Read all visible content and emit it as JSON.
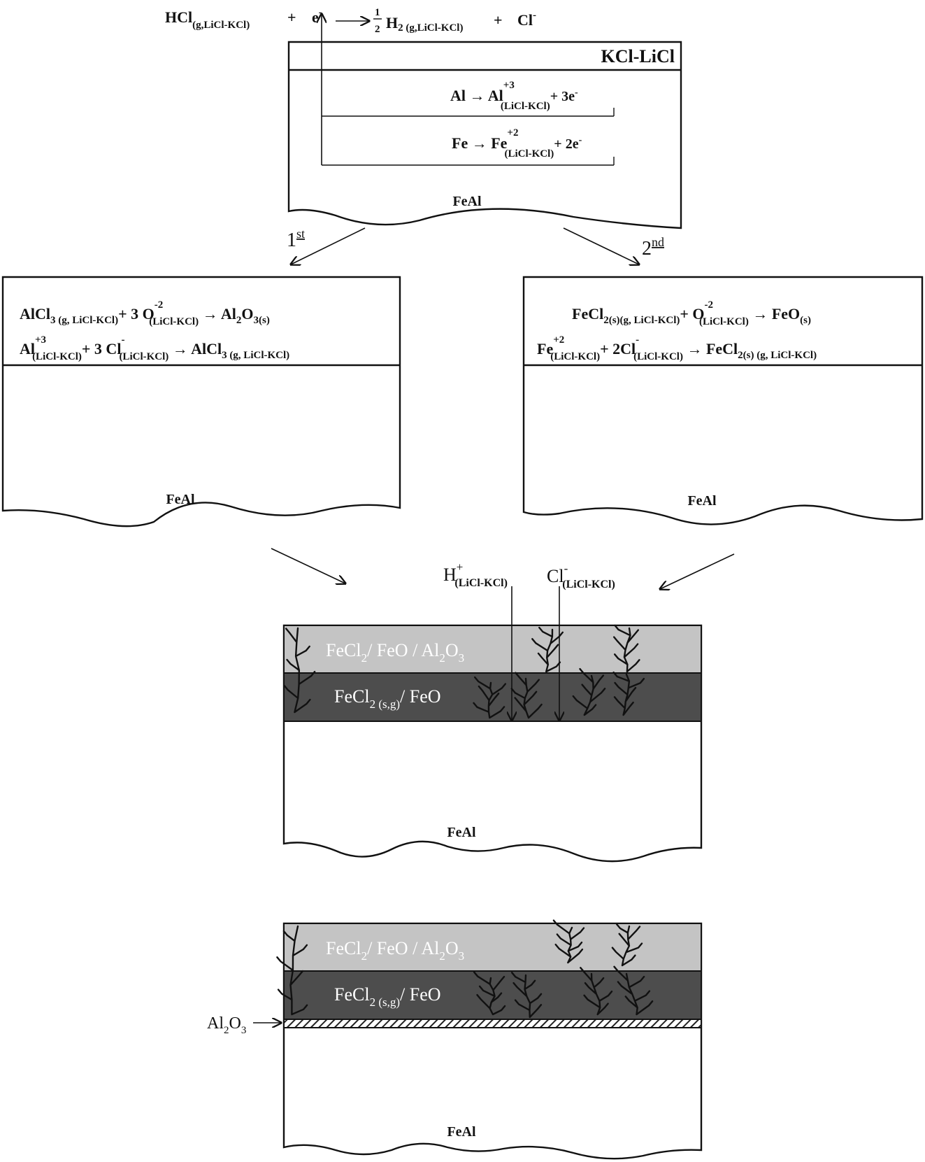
{
  "top_equation": {
    "hcl": "HCl",
    "hcl_sub": "(g,LiCl-KCl)",
    "plus1": "+",
    "electron": "e",
    "electron_sup": "-",
    "half_num": "1",
    "half_den": "2",
    "h2": "H",
    "h2_sub": "2 (g,LiCl-KCl)",
    "plus2": "+",
    "cl": "Cl",
    "cl_sup": "-"
  },
  "panel_top": {
    "salt_label": "KCl-LiCl",
    "eq_al": {
      "lhs": "Al",
      "prod": "Al",
      "sup": "+3",
      "sub": "(LiCl-KCl)",
      "tail": "+ 3e",
      "tail_sup": "-"
    },
    "eq_fe": {
      "lhs": "Fe",
      "prod": "Fe",
      "sup": "+2",
      "sub": "(LiCl-KCl)",
      "tail": "+ 2e",
      "tail_sup": "-"
    },
    "substrate": "FeAl"
  },
  "steps": {
    "first": "1",
    "first_sup": "st",
    "second": "2",
    "second_sup": "nd"
  },
  "panel_left": {
    "eq1": {
      "a": "AlCl",
      "a_sub": "3 (g, LiCl-KCl)",
      "b": "+ 3 O",
      "b_sup": "-2",
      "b_sub": "(LiCl-KCl)",
      "c": "Al",
      "c_sub1": "2",
      "c2": "O",
      "c_sub2": "3(s)"
    },
    "eq2": {
      "a": "Al",
      "a_sup": "+3",
      "a_sub": "(LiCl-KCl)",
      "b": "+ 3 Cl",
      "b_sup": "-",
      "b_sub": "(LiCl-KCl)",
      "c": "AlCl",
      "c_sub": "3 (g, LiCl-KCl)"
    },
    "substrate": "FeAl"
  },
  "panel_right": {
    "eq1": {
      "a": "FeCl",
      "a_sub": "2(s)(g, LiCl-KCl)",
      "b": "+ O",
      "b_sup": "-2",
      "b_sub": "(LiCl-KCl)",
      "c": "FeO",
      "c_sub": "(s)"
    },
    "eq2": {
      "a": "Fe",
      "a_sup": "+2",
      "a_sub": "(LiCl-KCl)",
      "b": "+ 2Cl",
      "b_sup": "-",
      "b_sub": "(LiCl-KCl)",
      "c": "FeCl",
      "c_sub": "2(s) (g, LiCl-KCl)"
    },
    "substrate": "FeAl"
  },
  "ions": {
    "h": "H",
    "h_sup": "+",
    "h_sub": "(LiCl-KCl)",
    "cl": "Cl",
    "cl_sup": "-",
    "cl_sub": "(LiCl-KCl)"
  },
  "panel_mid": {
    "layer1": {
      "p1": "FeCl",
      "s1": "2",
      "p2": "/ FeO / Al",
      "s2": "2",
      "p3": "O",
      "s3": "3"
    },
    "layer2": {
      "p1": "FeCl",
      "s1": "2 (s,g)",
      "p2": "/ FeO"
    },
    "substrate": "FeAl"
  },
  "panel_bottom": {
    "layer1": {
      "p1": "FeCl",
      "s1": "2",
      "p2": "/ FeO / Al",
      "s2": "2",
      "p3": "O",
      "s3": "3"
    },
    "layer2": {
      "p1": "FeCl",
      "s1": "2 (s,g)",
      "p2": "/ FeO"
    },
    "alumina": {
      "p1": "Al",
      "s1": "2",
      "p2": "O",
      "s2": "3"
    },
    "substrate": "FeAl"
  },
  "colors": {
    "layer_light": "#c4c4c4",
    "layer_dark": "#4d4d4d",
    "line": "#111111",
    "paper": "#ffffff"
  }
}
